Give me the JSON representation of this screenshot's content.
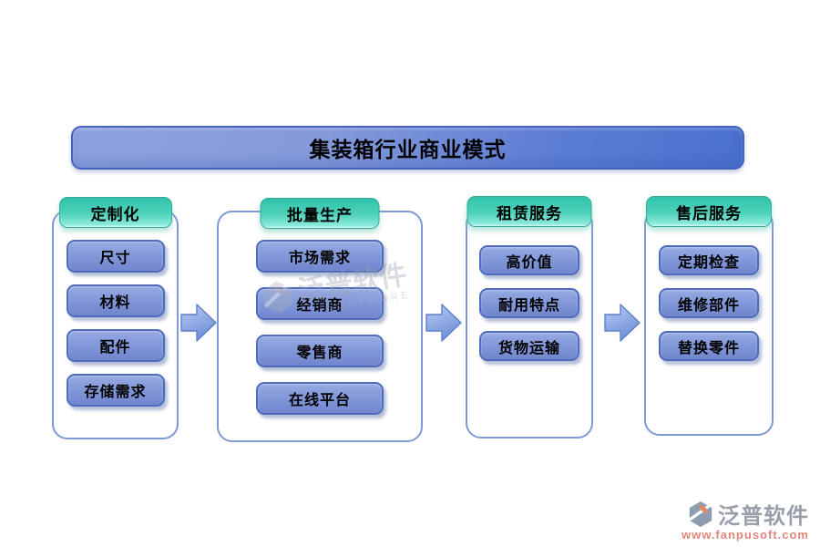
{
  "title": "集装箱行业商业模式",
  "columns": [
    {
      "header": "定制化",
      "items": [
        "尺寸",
        "材料",
        "配件",
        "存储需求"
      ]
    },
    {
      "header": "批量生产",
      "items": [
        "市场需求",
        "经销商",
        "零售商",
        "在线平台"
      ]
    },
    {
      "header": "租赁服务",
      "items": [
        "高价值",
        "耐用特点",
        "货物运输"
      ]
    },
    {
      "header": "售后服务",
      "items": [
        "定期检查",
        "维修部件",
        "替换零件"
      ]
    }
  ],
  "watermark": {
    "brand": "泛普软件",
    "subtext": "SOFTWARE",
    "url": "www.fanpusoft.com"
  },
  "colors": {
    "title_gradient_left": "#8da2de",
    "title_gradient_right": "#4a70ce",
    "title_border": "#4463c0",
    "header_teal": "#3cc9b3",
    "header_border": "#35ab97",
    "button_blue": "#8399da",
    "button_border": "#4e6cbb",
    "column_border": "#7e99d4",
    "arrow_blue": "#7b97dc",
    "watermark_gray": "#989fa9",
    "watermark_url_red": "#e2857c"
  }
}
